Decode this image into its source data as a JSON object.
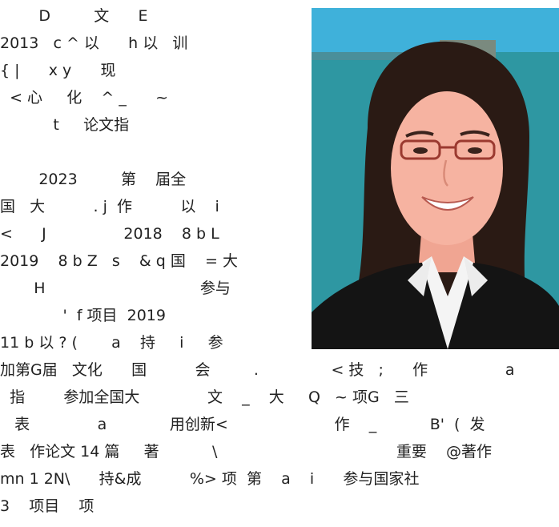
{
  "lines": [
    "        D         文      E",
    "2013   c ^ 以      h 以   训",
    "{ |      x y      现",
    "  < 心     化    ^ _      ~",
    "           t     论文指",
    "",
    "        2023         第    届全",
    "国   大          . j  作          以    i",
    "<      J                2018    8 b L",
    "2019    8 b Z   s    & q 国    = 大",
    "       H                                参与",
    "             '  f 项目  2019",
    "11 b 以 ? (       a    持     i     参",
    "加第G届   文化      国          会         .               < 技   ;      作                a",
    "  指        参加全国大              文    _    大     Q   ~ 项G   三",
    "   表              a             用创新<                      作    _           B'  (  发",
    "表   作论文 14 篇     著           \\                                     重要    @著作",
    "mn 1 2N\\      持&成          %> 项  第    a    i      参与国家社",
    "3    项目    项"
  ]
}
